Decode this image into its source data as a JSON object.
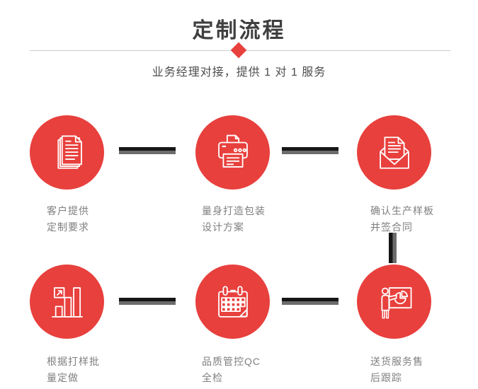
{
  "header": {
    "title": "定制流程",
    "subtitle": "业务经理对接，提供 1 对 1 服务"
  },
  "colors": {
    "accent_red": "#e8403d",
    "connector_black": "#161616",
    "connector_gray": "#6c6c6c",
    "title_text": "#3f3f3f",
    "subtitle_text": "#4c4c4c",
    "label_text": "#7f7f7f",
    "divider_line": "#cccccc",
    "icon_stroke": "#ffffff",
    "background": "#ffffff"
  },
  "steps": [
    {
      "icon": "documents-icon",
      "line1": "客户提供",
      "line2": "定制要求"
    },
    {
      "icon": "printer-icon",
      "line1": "量身打造包装",
      "line2": "设计方案"
    },
    {
      "icon": "envelope-letter-icon",
      "line1": "确认生产样板",
      "line2": "并签合同"
    },
    {
      "icon": "bar-chart-growth-icon",
      "line1": "根据打样批",
      "line2": "量定做"
    },
    {
      "icon": "calendar-icon",
      "line1": "品质管控QC",
      "line2": "全检"
    },
    {
      "icon": "presentation-pie-icon",
      "line1": "送货服务售",
      "line2": "后跟踪"
    }
  ]
}
